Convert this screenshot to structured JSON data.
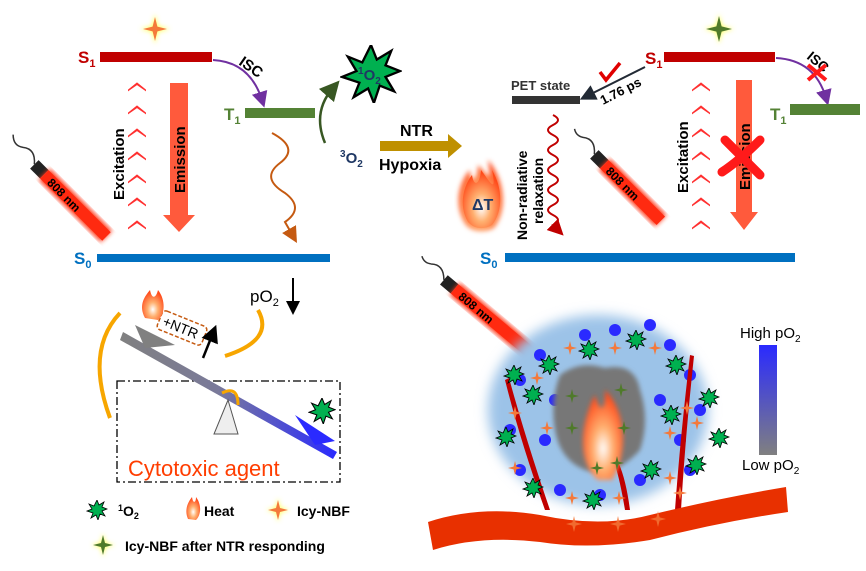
{
  "left_panel": {
    "s1": {
      "main": "S",
      "sub": "1"
    },
    "t1": {
      "main": "T",
      "sub": "1"
    },
    "s0": {
      "main": "S",
      "sub": "0"
    },
    "isc": "ISC",
    "excitation": "Excitation",
    "emission": "Emission",
    "laser": "808 nm",
    "singlet_oxygen": {
      "sup": "1",
      "main": "O",
      "sub": "2"
    },
    "triplet_oxygen": {
      "sup": "3",
      "main": "O",
      "sub": "2"
    }
  },
  "transition": {
    "top": "NTR",
    "bottom": "Hypoxia"
  },
  "right_panel": {
    "s1": {
      "main": "S",
      "sub": "1"
    },
    "t1": {
      "main": "T",
      "sub": "1"
    },
    "s0": {
      "main": "S",
      "sub": "0"
    },
    "isc": "ISC",
    "pet_state": "PET state",
    "pet_time": "1.76 ps",
    "non_radiative": [
      "Non-radiative",
      "relaxation"
    ],
    "delta_t": "ΔT",
    "excitation": "Excitation",
    "emission": "Emission",
    "laser": "808 nm"
  },
  "seesaw": {
    "po2": {
      "main": "pO",
      "sub": "2"
    },
    "ntr_label": "+NTR",
    "cytotoxic": "Cytotoxic agent"
  },
  "legend": {
    "singlet_oxygen": {
      "sup": "1",
      "main": "O",
      "sub": "2"
    },
    "heat": "Heat",
    "icy_nbf": "Icy-NBF",
    "icy_nbf_after": "Icy-NBF after NTR responding"
  },
  "tumor": {
    "laser": "808 nm",
    "high": {
      "main": "High pO",
      "sub": "2"
    },
    "low": {
      "main": "Low pO",
      "sub": "2"
    }
  },
  "colors": {
    "s1": "#c00000",
    "t1": "#548235",
    "s0": "#0070c0",
    "singlet_oxygen": "#00b050",
    "icy_nbf": "#f4793b",
    "icy_nbf_after": "#4f7a2a",
    "cytotoxic": "#ff3d00",
    "ntr_arrow": "#bf9000"
  }
}
